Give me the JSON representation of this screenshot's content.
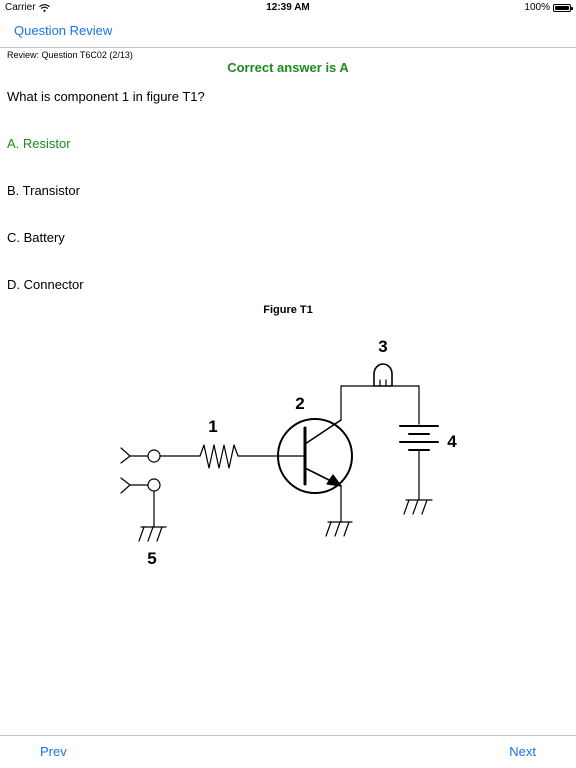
{
  "status_bar": {
    "carrier": "Carrier",
    "time": "12:39 AM",
    "battery": "100%"
  },
  "nav": {
    "back_label": "Question Review"
  },
  "review": {
    "text": "Review:  Question T6C02 (2/13)"
  },
  "correct_answer": "Correct answer is A",
  "question": "What is component 1 in figure T1?",
  "options": [
    {
      "label": "A. Resistor"
    },
    {
      "label": "B. Transistor"
    },
    {
      "label": "C. Battery"
    },
    {
      "label": "D. Connector"
    }
  ],
  "figure": {
    "title": "Figure T1",
    "labels": [
      "1",
      "2",
      "3",
      "4",
      "5"
    ]
  },
  "footer": {
    "prev_label": "Prev",
    "next_label": "Next"
  },
  "colors": {
    "accent": "#1a73e8",
    "correct": "#1e8a1e"
  }
}
